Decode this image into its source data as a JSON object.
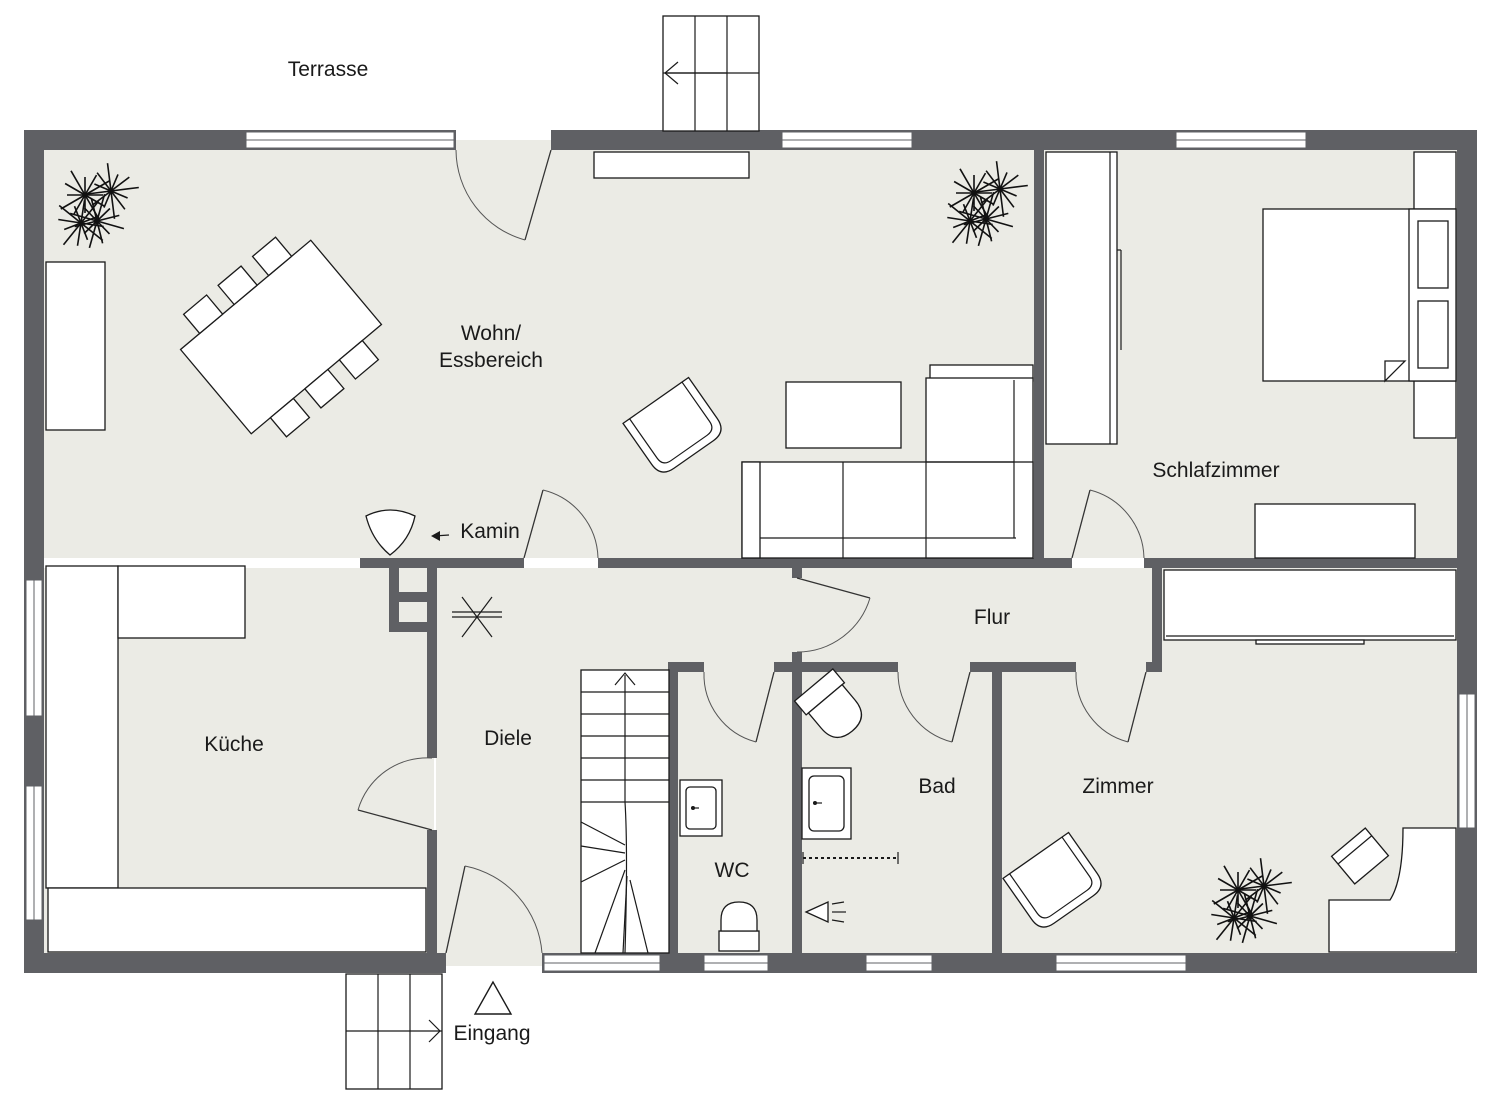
{
  "plan": {
    "colors": {
      "wall": "#5f6064",
      "floor": "#ebebe5",
      "furniture": "#ffffff",
      "line": "#1a1a1a"
    },
    "rooms": {
      "terrace": "Terrasse",
      "living": "Wohn/",
      "living2": "Essbereich",
      "fireplace": "Kamin",
      "bedroom": "Schlafzimmer",
      "hallway": "Flur",
      "kitchen": "Küche",
      "entrance_hall": "Diele",
      "wc": "WC",
      "bath": "Bad",
      "room": "Zimmer",
      "entrance": "Eingang"
    },
    "icons": [
      "plant-icon",
      "stairs-icon",
      "arrow-icon",
      "entrance-triangle-icon",
      "light-fixture-icon"
    ]
  }
}
